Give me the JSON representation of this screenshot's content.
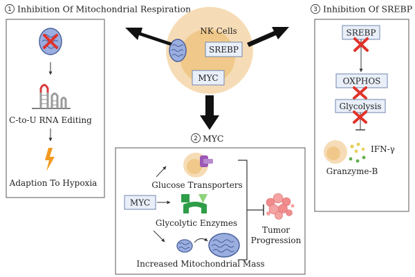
{
  "colors": {
    "cell_outer": "#f6dcb6",
    "cell_inner": "#f0c98a",
    "box_fill": "#e9eff9",
    "box_stroke": "#6f86ad",
    "mito_fill": "#9aaee0",
    "mito_stroke": "#4a5f9a",
    "cross": "#e0332b",
    "lightning": "#f29a22",
    "transporter": "#9b58b5",
    "enzyme_green": "#2f9d47",
    "enzyme_light": "#8cd27a",
    "tumor": "#f08c8c",
    "granzyme_yellow": "#e8cf55",
    "granzyme_green": "#5fae4a"
  },
  "center": {
    "cell_label": "NK Cells",
    "srebp_label": "SREBP",
    "myc_label": "MYC"
  },
  "left_panel": {
    "number": "1",
    "title": "Inhibition Of Mitochondrial Respiration",
    "step1": "C-to-U RNA Editing",
    "step2": "Adaption To Hypoxia"
  },
  "right_panel": {
    "number": "3",
    "title": "Inhibition Of SREBP",
    "box1": "SREBP",
    "box2": "OXPHOS",
    "box3": "Glycolysis",
    "ifn": "IFN-γ",
    "granzyme": "Granzyme-B"
  },
  "bottom_panel": {
    "number": "2",
    "title": "MYC",
    "myc_box": "MYC",
    "item1": "Glucose Transporters",
    "item2": "Glycolytic Enzymes",
    "item3": "Increased Mitochondrial Mass",
    "outcome_line1": "Tumor",
    "outcome_line2": "Progression"
  }
}
